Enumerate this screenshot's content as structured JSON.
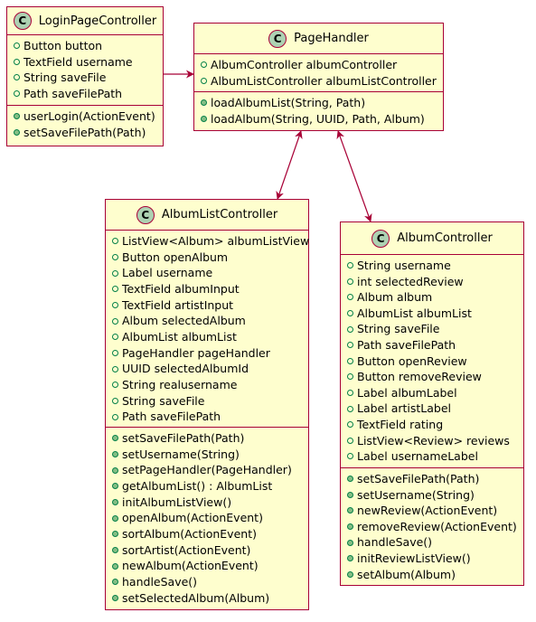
{
  "stereotype_letter": "C",
  "colors": {
    "box_fill": "#FEFECE",
    "border": "#A80036",
    "stereotype_fill": "#ADD1B2",
    "visibility": "#038048"
  },
  "classes": {
    "login": {
      "name": "LoginPageController",
      "fields": [
        "Button button",
        "TextField username",
        "String saveFile",
        "Path saveFilePath"
      ],
      "methods": [
        "userLogin(ActionEvent)",
        "setSaveFilePath(Path)"
      ]
    },
    "pagehandler": {
      "name": "PageHandler",
      "fields": [
        "AlbumController albumController",
        "AlbumListController albumListController"
      ],
      "methods": [
        "loadAlbumList(String, Path)",
        "loadAlbum(String, UUID, Path, Album)"
      ]
    },
    "albumlist": {
      "name": "AlbumListController",
      "fields": [
        "ListView<Album> albumListView",
        "Button openAlbum",
        "Label username",
        "TextField albumInput",
        "TextField artistInput",
        "Album selectedAlbum",
        "AlbumList albumList",
        "PageHandler pageHandler",
        "UUID selectedAlbumId",
        "String realusername",
        "String saveFile",
        "Path saveFilePath"
      ],
      "methods": [
        "setSaveFilePath(Path)",
        "setUsername(String)",
        "setPageHandler(PageHandler)",
        "getAlbumList() : AlbumList",
        "initAlbumListView()",
        "openAlbum(ActionEvent)",
        "sortAlbum(ActionEvent)",
        "sortArtist(ActionEvent)",
        "newAlbum(ActionEvent)",
        "handleSave()",
        "setSelectedAlbum(Album)"
      ]
    },
    "album": {
      "name": "AlbumController",
      "fields": [
        "String username",
        "int selectedReview",
        "Album album",
        "AlbumList albumList",
        "String saveFile",
        "Path saveFilePath",
        "Button openReview",
        "Button removeReview",
        "Label albumLabel",
        "Label artistLabel",
        "TextField rating",
        "ListView<Review> reviews",
        "Label usernameLabel"
      ],
      "methods": [
        "setSaveFilePath(Path)",
        "setUsername(String)",
        "newReview(ActionEvent)",
        "removeReview(ActionEvent)",
        "handleSave()",
        "initReviewListView()",
        "setAlbum(Album)"
      ]
    }
  }
}
